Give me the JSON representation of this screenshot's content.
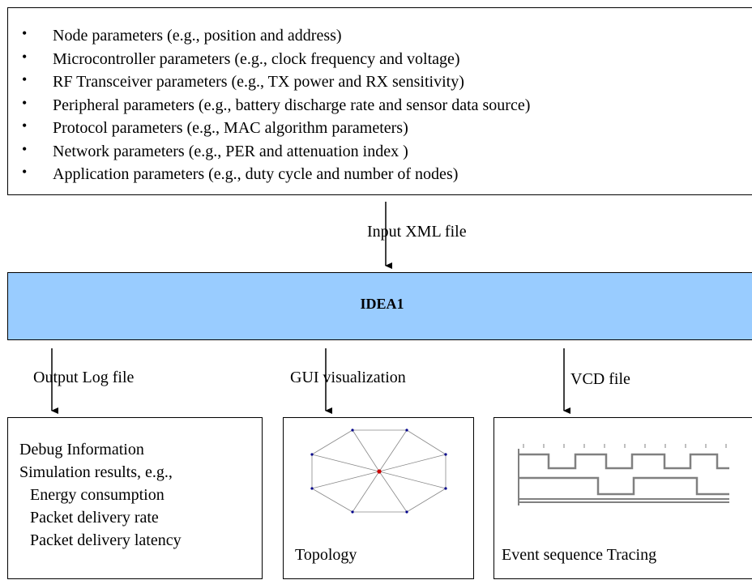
{
  "parameters": [
    "Node parameters (e.g., position and address)",
    "Microcontroller parameters (e.g., clock frequency and voltage)",
    "RF Transceiver parameters (e.g., TX power and RX sensitivity)",
    "Peripheral parameters (e.g., battery discharge rate and sensor data source)",
    "Protocol parameters (e.g., MAC algorithm parameters)",
    "Network parameters (e.g., PER and attenuation index )",
    "Application parameters (e.g., duty cycle and number of nodes)"
  ],
  "bullet_char": "•",
  "input_label": "Input XML file",
  "main_block": "IDEA1",
  "outputs": {
    "log_label": "Output Log file",
    "gui_label": "GUI visualization",
    "vcd_label": "VCD file"
  },
  "log_box": {
    "line1": "Debug Information",
    "line2": "Simulation results, e.g.,",
    "items": [
      "Energy consumption",
      "Packet delivery rate",
      "Packet delivery latency"
    ]
  },
  "topology_box": {
    "caption": "Topology"
  },
  "vcd_box": {
    "caption": "Event sequence Tracing"
  },
  "colors": {
    "main_fill": "#99ccff",
    "center_node": "#cc0000",
    "outer_node": "#00008b",
    "waveform": "#808080"
  }
}
